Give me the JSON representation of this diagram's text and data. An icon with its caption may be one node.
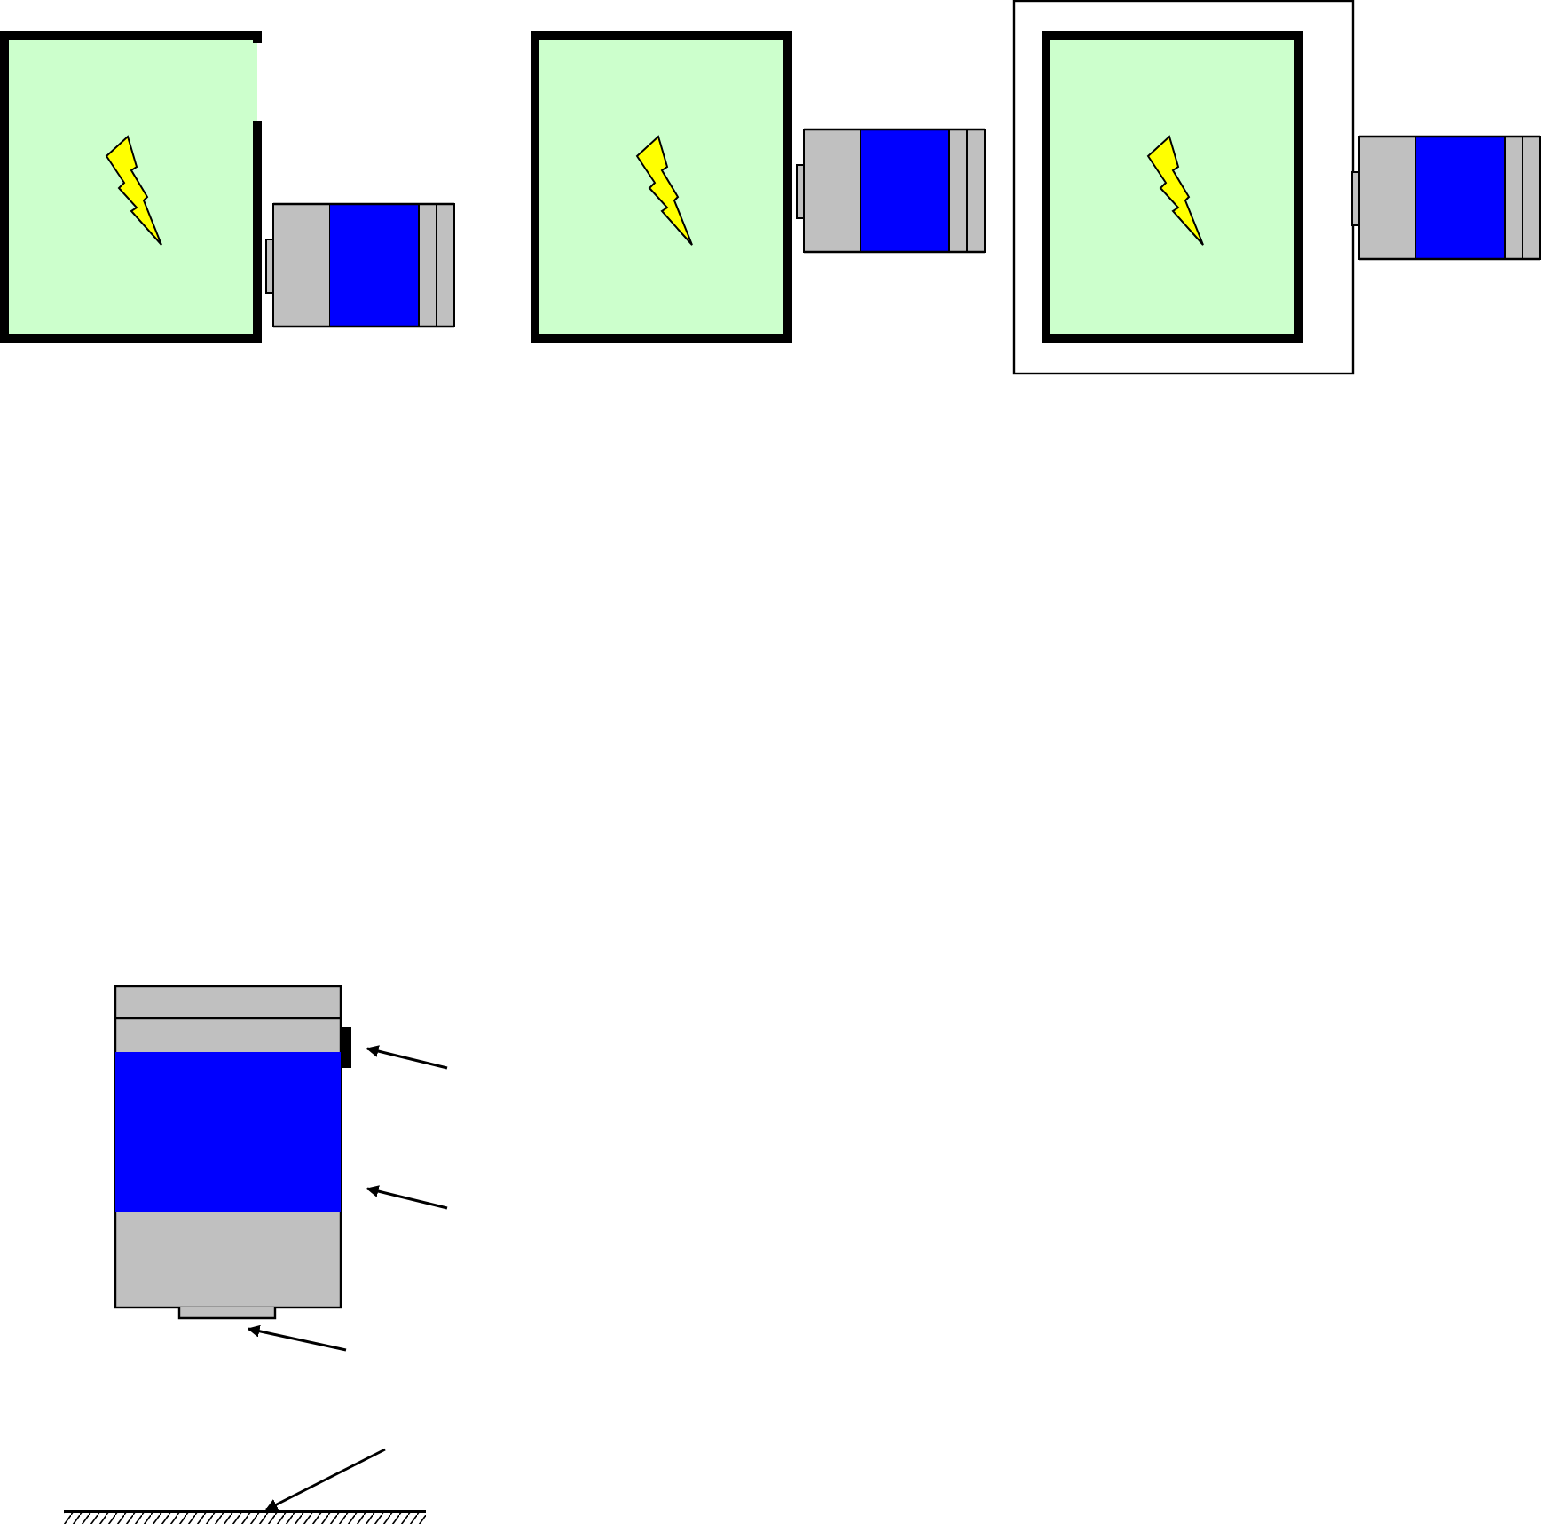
{
  "diagram": {
    "nodes": [
      {
        "text": [],
        "shape": "bar"
      },
      {
        "text": [],
        "shape": "box"
      },
      {
        "text": [],
        "shape": "box"
      },
      {
        "text": [],
        "shape": "bar"
      }
    ],
    "edges": [
      {
        "from": null,
        "to": 0,
        "arrow": "to"
      },
      {
        "from": null,
        "to": 1,
        "arrow": "to"
      },
      {
        "from": null,
        "to": 2,
        "arrow": "to"
      },
      {
        "from": null,
        "to": 3,
        "arrow": "to"
      }
    ]
  }
}
